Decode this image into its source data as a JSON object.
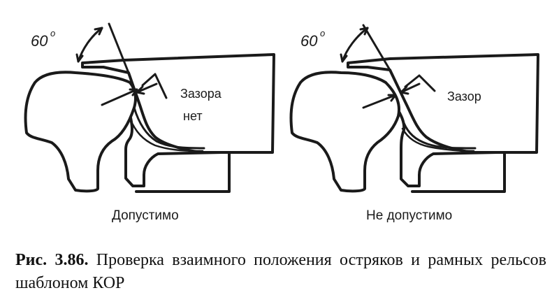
{
  "left_panel": {
    "angle_label": "60",
    "angle_unit": "o",
    "callout": [
      "Зазора",
      "нет"
    ],
    "verdict": "Допустимо"
  },
  "right_panel": {
    "angle_label": "60",
    "angle_unit": "o",
    "callout": [
      "Зазор"
    ],
    "verdict": "Не допустимо"
  },
  "caption": {
    "number": "Рис.   3.86.",
    "text": "Проверка взаимного положения остряков и рамных рельсов шаблоном КОР"
  },
  "colors": {
    "ink": "#1a1a1a",
    "paper": "#ffffff"
  }
}
